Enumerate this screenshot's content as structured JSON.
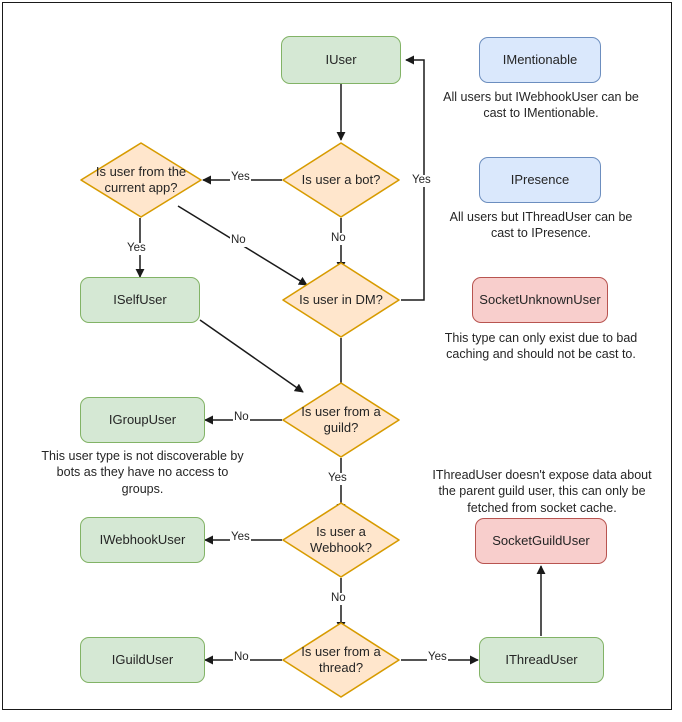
{
  "diagram": {
    "type": "flowchart",
    "title": "Discord.Net user type resolution flowchart",
    "colors": {
      "green_fill": "#d5e8d4",
      "green_stroke": "#82b366",
      "blue_fill": "#dae8fc",
      "blue_stroke": "#6c8ebf",
      "red_fill": "#f8cecc",
      "red_stroke": "#b85450",
      "orange_fill": "#ffe6cc",
      "orange_stroke": "#d79b00",
      "edge_stroke": "#1a1a1a",
      "frame_stroke": "#1a1a1a"
    },
    "nodes": [
      {
        "id": "iuser",
        "label": "IUser",
        "shape": "rect",
        "style": "green"
      },
      {
        "id": "is-bot",
        "label": "Is user a bot?",
        "shape": "diamond",
        "style": "orange"
      },
      {
        "id": "is-current-app",
        "label": "Is user from the\ncurrent app?",
        "shape": "diamond",
        "style": "orange"
      },
      {
        "id": "iselfuser",
        "label": "ISelfUser",
        "shape": "rect",
        "style": "green"
      },
      {
        "id": "is-dm",
        "label": "Is user in DM?",
        "shape": "diamond",
        "style": "orange"
      },
      {
        "id": "is-guild",
        "label": "Is user from a\nguild?",
        "shape": "diamond",
        "style": "orange"
      },
      {
        "id": "igroupuser",
        "label": "IGroupUser",
        "shape": "rect",
        "style": "green"
      },
      {
        "id": "is-webhook",
        "label": "Is user a\nWebhook?",
        "shape": "diamond",
        "style": "orange"
      },
      {
        "id": "iwebhookuser",
        "label": "IWebhookUser",
        "shape": "rect",
        "style": "green"
      },
      {
        "id": "is-thread",
        "label": "Is user from a\nthread?",
        "shape": "diamond",
        "style": "orange"
      },
      {
        "id": "iguilduser",
        "label": "IGuildUser",
        "shape": "rect",
        "style": "green"
      },
      {
        "id": "ithreaduser",
        "label": "IThreadUser",
        "shape": "rect",
        "style": "green"
      },
      {
        "id": "imentionable",
        "label": "IMentionable",
        "shape": "rect",
        "style": "blue"
      },
      {
        "id": "ipresence",
        "label": "IPresence",
        "shape": "rect",
        "style": "blue"
      },
      {
        "id": "socketunknownuser",
        "label": "SocketUnknownUser",
        "shape": "rect",
        "style": "red"
      },
      {
        "id": "socketguilduser",
        "label": "SocketGuildUser",
        "shape": "rect",
        "style": "red"
      }
    ],
    "edges": [
      {
        "from": "iuser",
        "to": "is-bot",
        "label": ""
      },
      {
        "from": "is-bot",
        "to": "is-current-app",
        "label": "Yes"
      },
      {
        "from": "is-bot",
        "to": "is-dm",
        "label": "No"
      },
      {
        "from": "is-current-app",
        "to": "iselfuser",
        "label": "Yes"
      },
      {
        "from": "is-current-app",
        "to": "is-dm",
        "label": "No"
      },
      {
        "from": "is-dm",
        "to": "iuser",
        "label": "Yes"
      },
      {
        "from": "is-dm",
        "to": "is-guild",
        "label": ""
      },
      {
        "from": "iselfuser",
        "to": "is-guild",
        "label": ""
      },
      {
        "from": "is-guild",
        "to": "igroupuser",
        "label": "No"
      },
      {
        "from": "is-guild",
        "to": "is-webhook",
        "label": "Yes"
      },
      {
        "from": "is-webhook",
        "to": "iwebhookuser",
        "label": "Yes"
      },
      {
        "from": "is-webhook",
        "to": "is-thread",
        "label": "No"
      },
      {
        "from": "is-thread",
        "to": "iguilduser",
        "label": "No"
      },
      {
        "from": "is-thread",
        "to": "ithreaduser",
        "label": "Yes"
      },
      {
        "from": "ithreaduser",
        "to": "socketguilduser",
        "label": ""
      }
    ],
    "notes": [
      {
        "id": "note-imentionable",
        "text": "All users but IWebhookUser can be cast to IMentionable."
      },
      {
        "id": "note-ipresence",
        "text": "All users but IThreadUser can be cast to IPresence."
      },
      {
        "id": "note-socketunknownuser",
        "text": "This type can only exist due to bad caching and should not be cast to."
      },
      {
        "id": "note-igroupuser",
        "text": "This user type is not discoverable by bots as they have no access to groups."
      },
      {
        "id": "note-socketguilduser",
        "text": "IThreadUser doesn't expose data about the parent guild user, this can only be fetched from socket cache."
      }
    ],
    "edge_labels": {
      "bot_yes": "Yes",
      "bot_no": "No",
      "current_app_yes": "Yes",
      "current_app_no": "No",
      "dm_yes": "Yes",
      "guild_no": "No",
      "guild_yes": "Yes",
      "webhook_yes": "Yes",
      "webhook_no": "No",
      "thread_no": "No",
      "thread_yes": "Yes"
    }
  }
}
